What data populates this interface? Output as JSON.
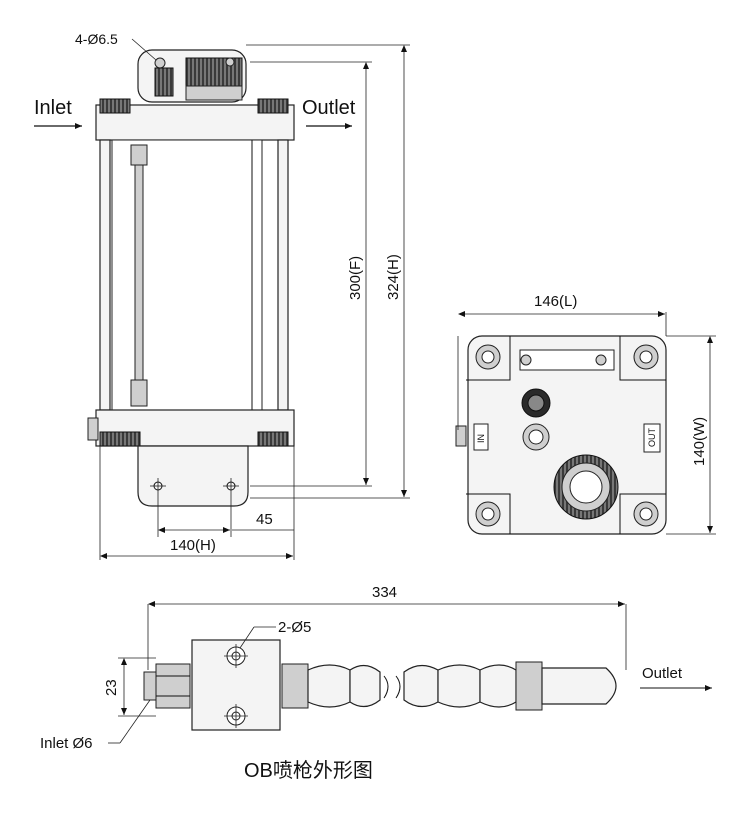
{
  "front_view": {
    "hole_callout": "4-Ø6.5",
    "inlet_label": "Inlet",
    "outlet_label": "Outlet",
    "dim_flange": "300(F)",
    "dim_height": "324(H)",
    "dim_45": "45",
    "dim_width": "140(H)"
  },
  "side_view": {
    "dim_length": "146(L)",
    "dim_width": "140(W)",
    "port_in": "IN",
    "port_out": "OUT"
  },
  "nozzle_view": {
    "dim_length": "334",
    "hole_callout": "2-Ø5",
    "dim_23": "23",
    "inlet_label": "Inlet Ø6",
    "outlet_label": "Outlet"
  },
  "caption": "OB喷枪外形图"
}
